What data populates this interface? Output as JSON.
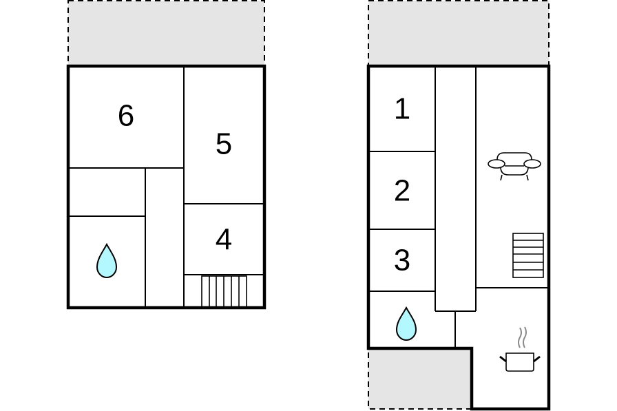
{
  "diagram": {
    "type": "floor-plan",
    "colors": {
      "background": "#ffffff",
      "walls": "#000000",
      "terrace_fill": "#e5e5e5",
      "water_drop": "#b3f7ff",
      "steam": "#8a8a8a"
    },
    "floors": [
      {
        "id": "floor-left",
        "rooms": [
          {
            "label": "6",
            "type": "bedroom"
          },
          {
            "label": "5",
            "type": "bedroom"
          },
          {
            "label": "4",
            "type": "bedroom"
          },
          {
            "label": "",
            "type": "bathroom",
            "icon": "water-drop-icon"
          },
          {
            "label": "",
            "type": "storage"
          },
          {
            "label": "",
            "type": "hallway"
          },
          {
            "label": "",
            "type": "stairs",
            "icon": "stairs-icon"
          }
        ],
        "terraces": [
          {
            "position": "top"
          }
        ]
      },
      {
        "id": "floor-right",
        "rooms": [
          {
            "label": "1",
            "type": "bedroom"
          },
          {
            "label": "2",
            "type": "bedroom"
          },
          {
            "label": "3",
            "type": "bedroom"
          },
          {
            "label": "",
            "type": "bathroom",
            "icon": "water-drop-icon"
          },
          {
            "label": "",
            "type": "living-room",
            "icon": "sofa-icon"
          },
          {
            "label": "",
            "type": "stairs",
            "icon": "stairs-icon"
          },
          {
            "label": "",
            "type": "kitchen",
            "icon": "cooking-pot-icon"
          },
          {
            "label": "",
            "type": "hallway"
          }
        ],
        "terraces": [
          {
            "position": "top"
          },
          {
            "position": "bottom-left"
          }
        ]
      }
    ]
  },
  "labels": {
    "room6": "6",
    "room5": "5",
    "room4": "4",
    "room1": "1",
    "room2": "2",
    "room3": "3"
  }
}
